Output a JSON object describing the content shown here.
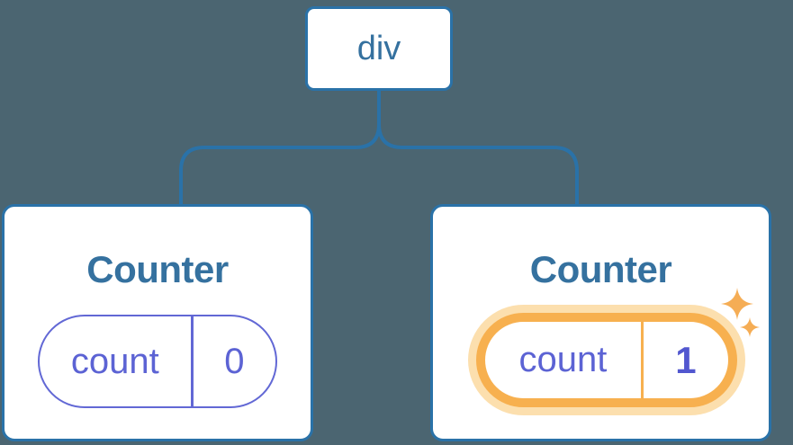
{
  "colors": {
    "bg": "#4b6571",
    "line": "#2a72a8",
    "card-border": "#2a72a8",
    "card-bg": "#ffffff",
    "heading": "#35719f",
    "state-border": "#6268d5",
    "state-text": "#5c63d4",
    "state-value-bold": "#5257cf",
    "highlight": "#f7b04f",
    "highlight-halo": "#fcdfae",
    "sparkle": "#f5ad55"
  },
  "tree": {
    "root": {
      "label": "div"
    },
    "children": [
      {
        "title": "Counter",
        "state": {
          "key": "count",
          "value": "0"
        },
        "highlighted": false
      },
      {
        "title": "Counter",
        "state": {
          "key": "count",
          "value": "1"
        },
        "highlighted": true
      }
    ]
  }
}
